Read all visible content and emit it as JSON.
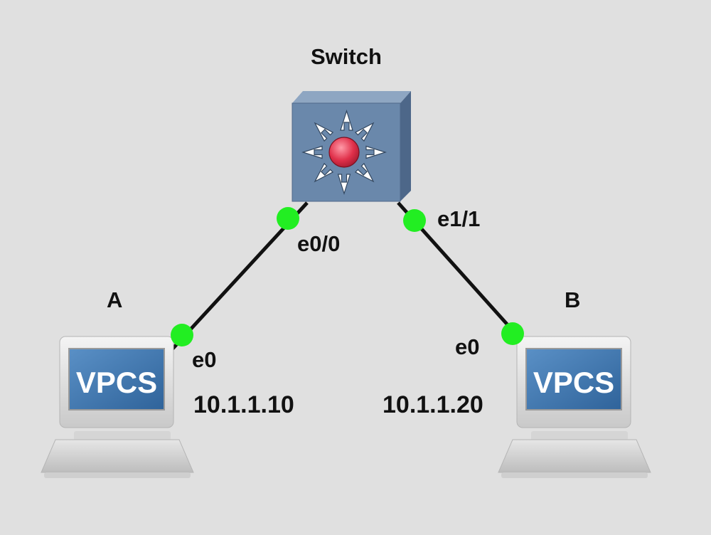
{
  "switch": {
    "label": "Switch"
  },
  "host_a": {
    "label": "A",
    "screen_text": "VPCS",
    "port": "e0",
    "ip": "10.1.1.10"
  },
  "host_b": {
    "label": "B",
    "screen_text": "VPCS",
    "port": "e0",
    "ip": "10.1.1.20"
  },
  "links": [
    {
      "switch_port": "e0/0",
      "host_port": "e0",
      "host": "A"
    },
    {
      "switch_port": "e1/1",
      "host_port": "e0",
      "host": "B"
    }
  ],
  "colors": {
    "background": "#e0e0e0",
    "link": "#111111",
    "port_status_up": "#22ee22",
    "switch_body": "#6a88ab",
    "screen": "#3f77ad"
  }
}
